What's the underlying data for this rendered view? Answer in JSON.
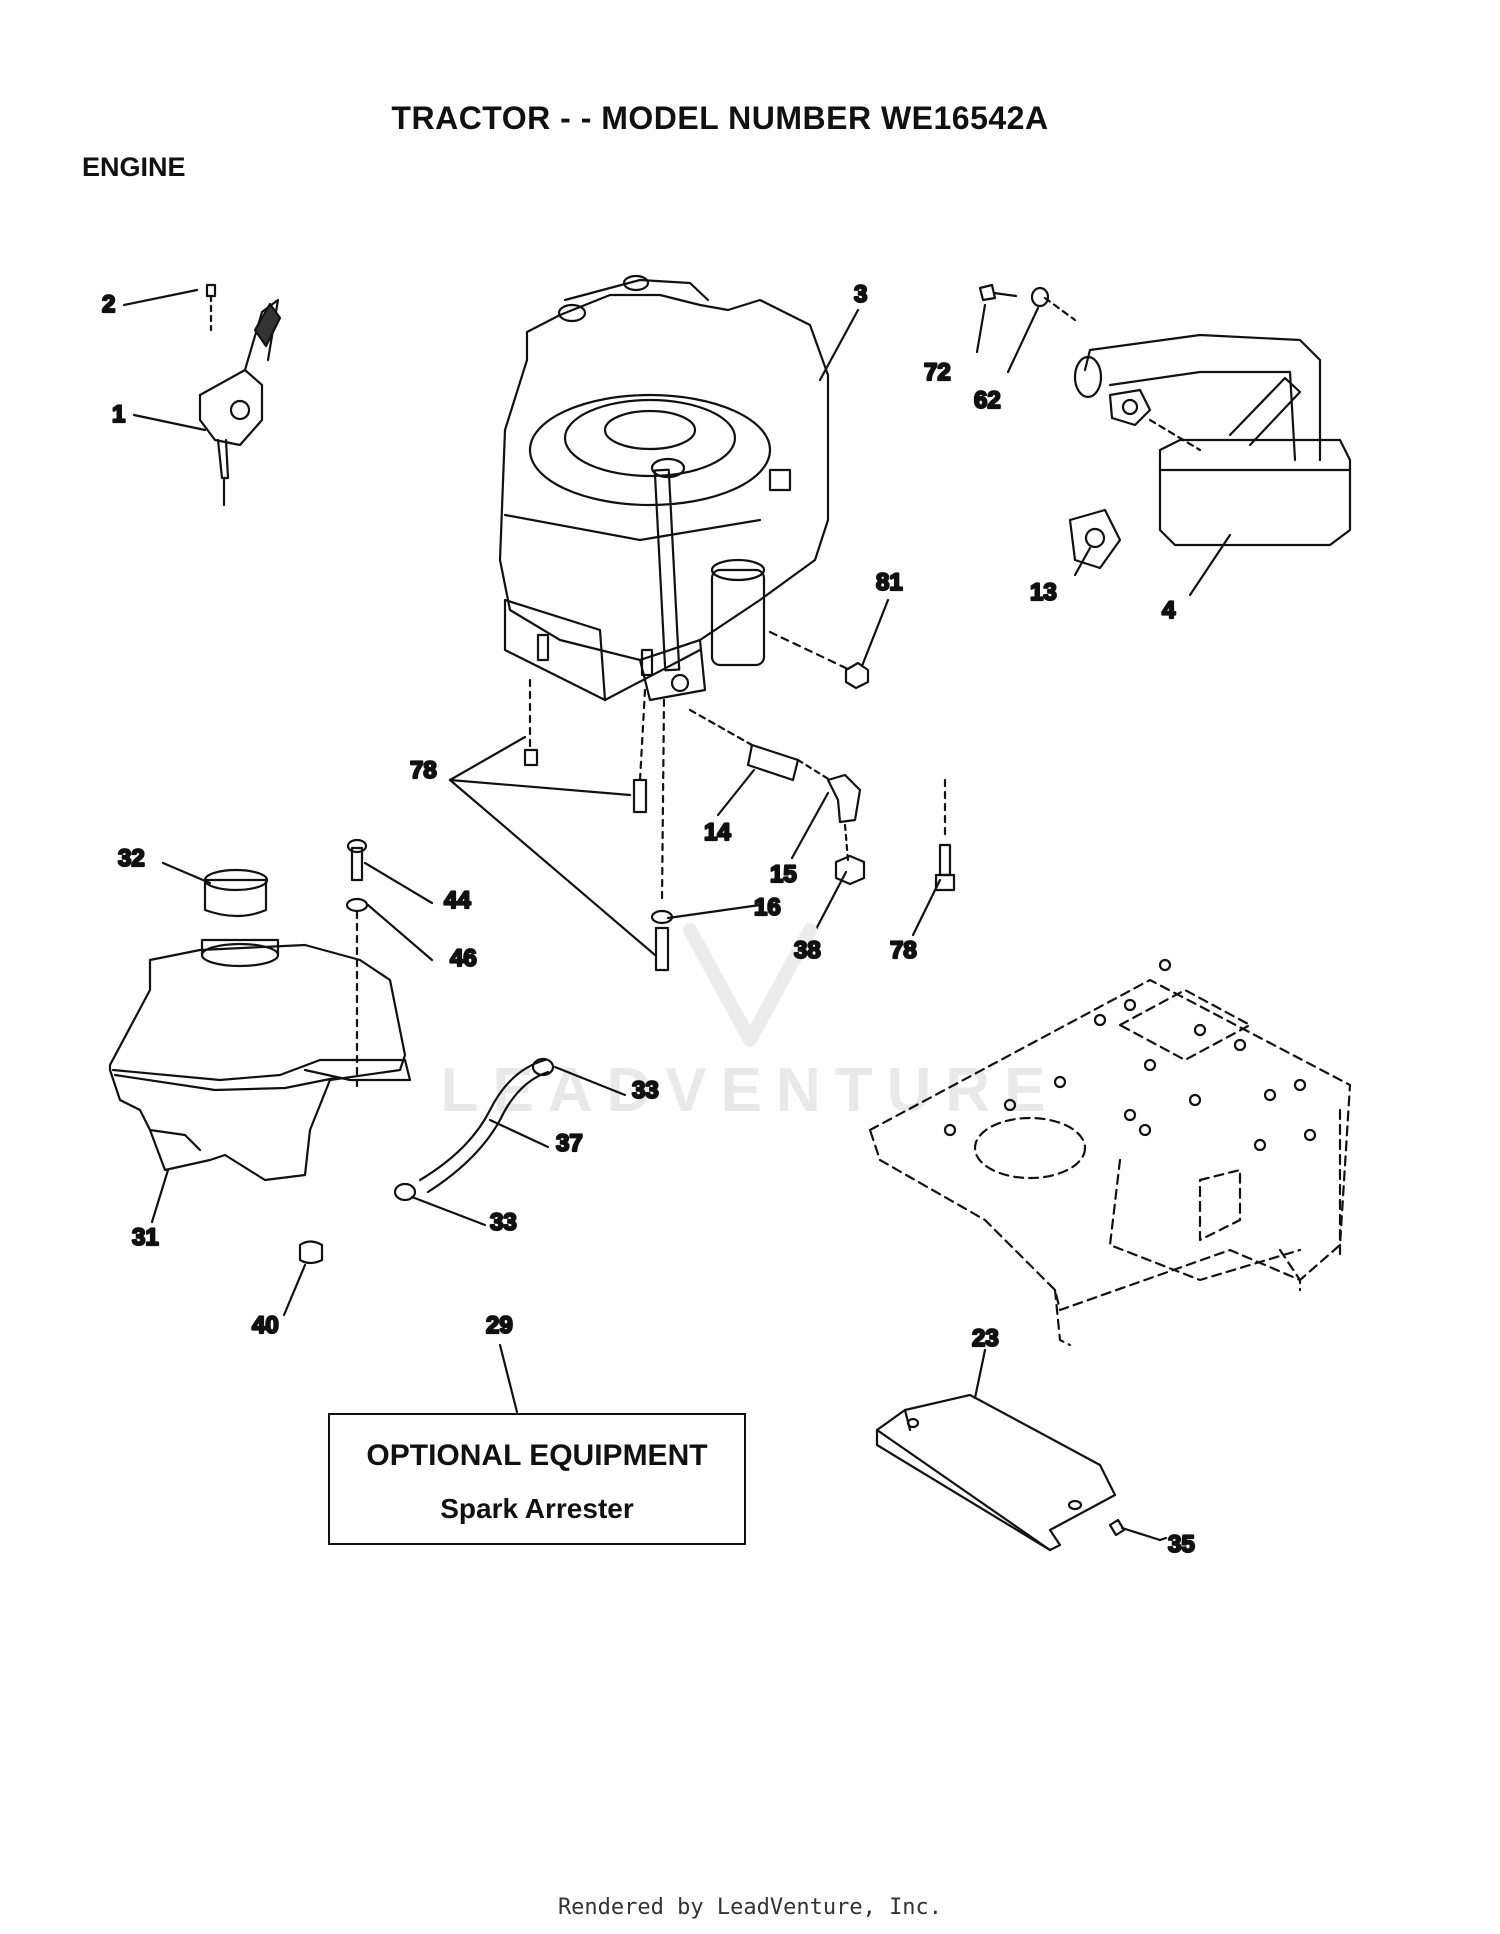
{
  "header": {
    "title": "TRACTOR - - MODEL NUMBER WE16542A",
    "section": "ENGINE"
  },
  "optional_box": {
    "heading": "OPTIONAL EQUIPMENT",
    "item": "Spark Arrester"
  },
  "watermark": "LEADVENTURE",
  "footer": "Rendered by LeadVenture, Inc.",
  "callouts": [
    {
      "id": "callout-2",
      "label": "2"
    },
    {
      "id": "callout-1",
      "label": "1"
    },
    {
      "id": "callout-3",
      "label": "3"
    },
    {
      "id": "callout-72",
      "label": "72"
    },
    {
      "id": "callout-62",
      "label": "62"
    },
    {
      "id": "callout-81",
      "label": "81"
    },
    {
      "id": "callout-13",
      "label": "13"
    },
    {
      "id": "callout-4",
      "label": "4"
    },
    {
      "id": "callout-78a",
      "label": "78"
    },
    {
      "id": "callout-14",
      "label": "14"
    },
    {
      "id": "callout-15",
      "label": "15"
    },
    {
      "id": "callout-16",
      "label": "16"
    },
    {
      "id": "callout-38",
      "label": "38"
    },
    {
      "id": "callout-78b",
      "label": "78"
    },
    {
      "id": "callout-32",
      "label": "32"
    },
    {
      "id": "callout-44",
      "label": "44"
    },
    {
      "id": "callout-46",
      "label": "46"
    },
    {
      "id": "callout-33a",
      "label": "33"
    },
    {
      "id": "callout-37",
      "label": "37"
    },
    {
      "id": "callout-33b",
      "label": "33"
    },
    {
      "id": "callout-31",
      "label": "31"
    },
    {
      "id": "callout-40",
      "label": "40"
    },
    {
      "id": "callout-29",
      "label": "29"
    },
    {
      "id": "callout-23",
      "label": "23"
    },
    {
      "id": "callout-35",
      "label": "35"
    }
  ]
}
